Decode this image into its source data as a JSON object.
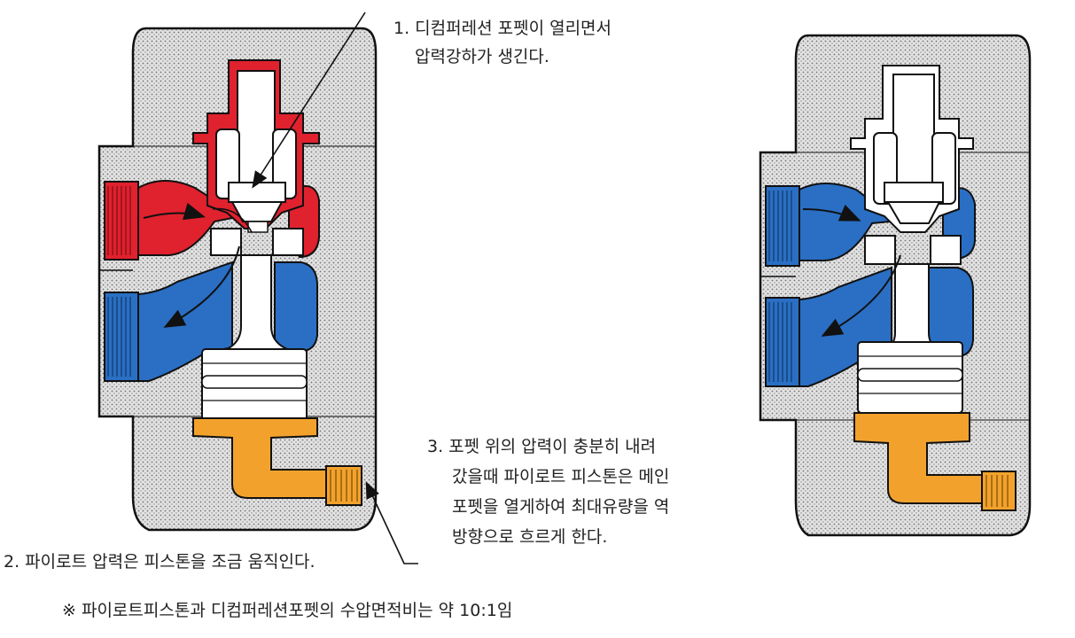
{
  "labels": {
    "step1": [
      "1. 디컴퍼레션 포펫이 열리면서",
      "압력강하가 생긴다."
    ],
    "step2": "2. 파이로트 압력은 피스톤을 조금 움직인다.",
    "step3": [
      "3. 포펫 위의 압력이 충분히 내려",
      "갔을때 파이로트 피스톤은 메인",
      "포펫을 열게하여 최대유량을 역",
      "방향으로 흐르게 한다."
    ],
    "note": "※ 파이로트피스톤과 디컴퍼레션포펫의 수압면적비는 약 10:1임"
  },
  "colors": {
    "body_fill": "#d9d9d9",
    "outline": "#111111",
    "high_pressure": "#e0212e",
    "low_pressure": "#2a6fc4",
    "pilot": "#f2a22c",
    "white": "#ffffff"
  }
}
